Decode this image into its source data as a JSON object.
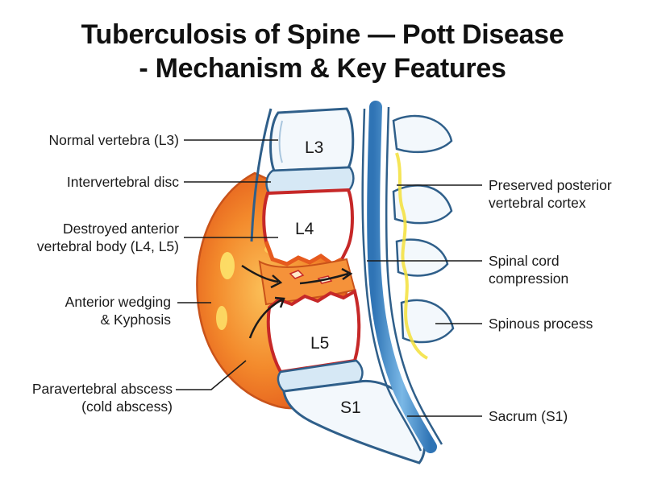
{
  "title": {
    "line1": "Tuberculosis of Spine — Pott Disease",
    "line2": "- Mechanism & Key Features"
  },
  "vertebrae": {
    "l3": "L3",
    "l4": "L4",
    "l5": "L5",
    "s1": "S1"
  },
  "labels_left": {
    "normal_vertebra": [
      "Normal vertebra (L3)"
    ],
    "intervertebral_disc": [
      "Intervertebral disc"
    ],
    "destroyed_body": [
      "Destroyed anterior",
      "vertebral body (L4, L5)"
    ],
    "wedging": [
      "Anterior wedging",
      "& Kyphosis"
    ],
    "abscess": [
      "Paravertebral abscess",
      "(cold abscess)"
    ]
  },
  "labels_right": {
    "posterior_cortex": [
      "Preserved posterior",
      "vertebral cortex"
    ],
    "cord_compression": [
      "Spinal cord",
      "compression"
    ],
    "spinous_process": [
      "Spinous process"
    ],
    "sacrum": [
      "Sacrum (S1)"
    ]
  },
  "colors": {
    "bone_outline": "#2f5f8a",
    "disc": "#d6e8f5",
    "abscess": "#f06a22",
    "abscess_light": "#f9b24a",
    "destroyed_edge": "#c62828",
    "cord_blue": "#3a86c8"
  }
}
